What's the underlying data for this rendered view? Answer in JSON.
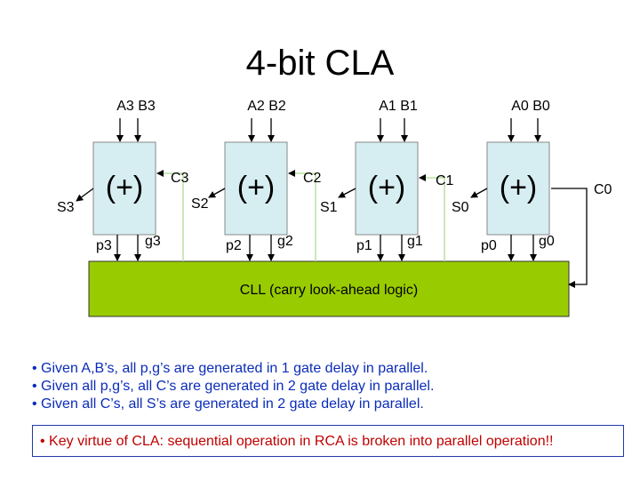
{
  "title": "4-bit CLA",
  "stages": [
    {
      "inputs": "A3  B3",
      "op": "(+)",
      "sum": "S3",
      "p": "p3",
      "g": "g3",
      "carry_in": "C3"
    },
    {
      "inputs": "A2  B2",
      "op": "(+)",
      "sum": "S2",
      "p": "p2",
      "g": "g2",
      "carry_in": "C2"
    },
    {
      "inputs": "A1  B1",
      "op": "(+)",
      "sum": "S1",
      "p": "p1",
      "g": "g1",
      "carry_in": "C1"
    },
    {
      "inputs": "A0  B0",
      "op": "(+)",
      "sum": "S0",
      "p": "p0",
      "g": "g0",
      "carry_in": "C0"
    }
  ],
  "cll_label": "CLL (carry look-ahead logic)",
  "bullets": [
    "Given A,B’s, all p,g’s are generated in 1 gate delay in parallel.",
    "Given all p,g’s, all C’s are generated in 2 gate delay in parallel.",
    "Given all C’s, all S’s are generated in 2 gate delay in parallel."
  ],
  "key_point": "Key virtue of CLA: sequential operation in RCA is broken into parallel operation!!",
  "colors": {
    "block_fill": "#d6eef2",
    "cll_fill": "#99cc00",
    "carry_wire": "#b8e0a0",
    "bullet_text": "#0b2cb8",
    "key_text": "#c00000"
  }
}
